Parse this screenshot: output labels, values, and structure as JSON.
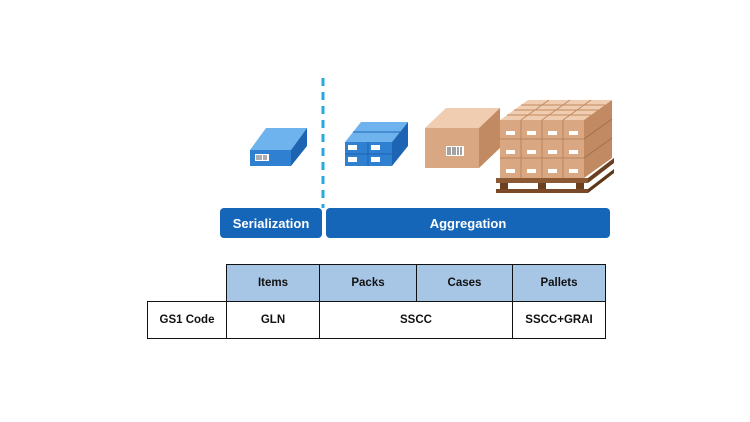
{
  "stages": {
    "serialization": "Serialization",
    "aggregation": "Aggregation"
  },
  "table": {
    "headers": [
      "Items",
      "Packs",
      "Cases",
      "Pallets"
    ],
    "row_label": "GS1 Code",
    "cells": {
      "items": "GLN",
      "packs_cases": "SSCC",
      "pallets": "SSCC+GRAI"
    }
  },
  "colors": {
    "stage_band": "#1565b8",
    "header_fill": "#a7c6e6",
    "divider": "#29a8e0",
    "item_box": "#2f80d0",
    "carton": "#d9a781",
    "pallet_wood": "#7a4a28"
  }
}
